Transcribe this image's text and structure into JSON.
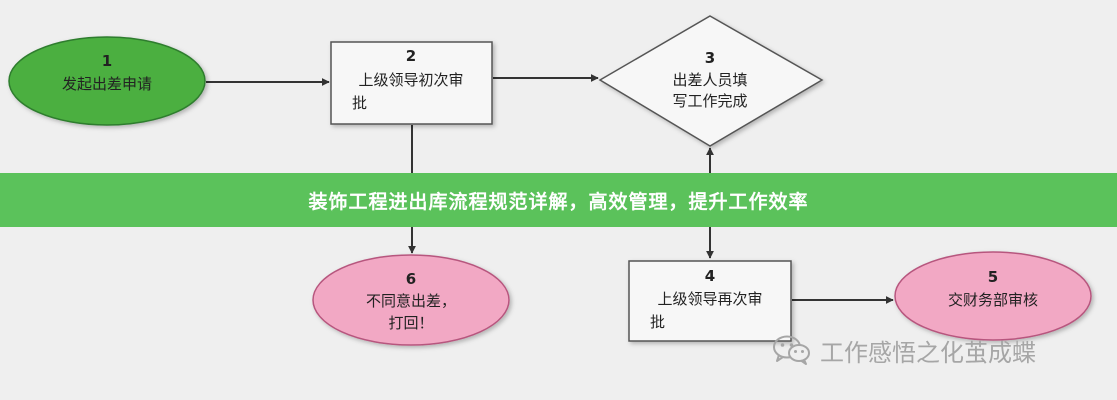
{
  "diagram": {
    "nodes": [
      {
        "id": "1",
        "number": "1",
        "lines": [
          "发起出差申请"
        ],
        "shape": "ellipse",
        "fill": "#4caf3f"
      },
      {
        "id": "2",
        "number": "2",
        "lines": [
          "上级领导初次审",
          "批"
        ],
        "shape": "rect",
        "fill": "#f7f7f7"
      },
      {
        "id": "3",
        "number": "3",
        "lines": [
          "出差人员填",
          "写工作完成"
        ],
        "shape": "diamond",
        "fill": "#f7f7f7"
      },
      {
        "id": "4",
        "number": "4",
        "lines": [
          "上级领导再次审",
          "批"
        ],
        "shape": "rect",
        "fill": "#f7f7f7"
      },
      {
        "id": "5",
        "number": "5",
        "lines": [
          "交财务部审核"
        ],
        "shape": "ellipse",
        "fill": "#f2a8c4"
      },
      {
        "id": "6",
        "number": "6",
        "lines": [
          "不同意出差，",
          "打回！"
        ],
        "shape": "ellipse",
        "fill": "#f2a8c4"
      }
    ],
    "edges": [
      {
        "from": "1",
        "to": "2"
      },
      {
        "from": "2",
        "to": "3"
      },
      {
        "from": "2",
        "to": "6"
      },
      {
        "from": "3",
        "to": "4",
        "bidirectional": true
      },
      {
        "from": "4",
        "to": "5"
      }
    ]
  },
  "banner": {
    "title": "装饰工程进出库流程规范详解，高效管理，提升工作效率",
    "color": "#5bc25b"
  },
  "watermark": {
    "text": "工作感悟之化茧成蝶",
    "icon": "wechat-icon"
  }
}
